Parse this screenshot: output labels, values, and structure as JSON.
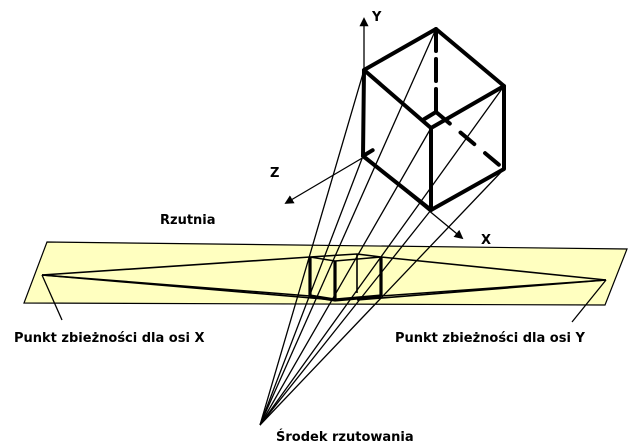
{
  "labels": {
    "axis_y": "Y",
    "axis_z": "Z",
    "axis_x": "X",
    "plane": "Rzutnia",
    "vanishing_point_x": "Punkt zbieżności dla osi X",
    "vanishing_point_y": "Punkt zbieżności dla osi Y",
    "projection_center": "Środek rzutowania"
  },
  "colors": {
    "plane_fill": "#ffffc0",
    "line": "#000000",
    "background": "#ffffff"
  }
}
